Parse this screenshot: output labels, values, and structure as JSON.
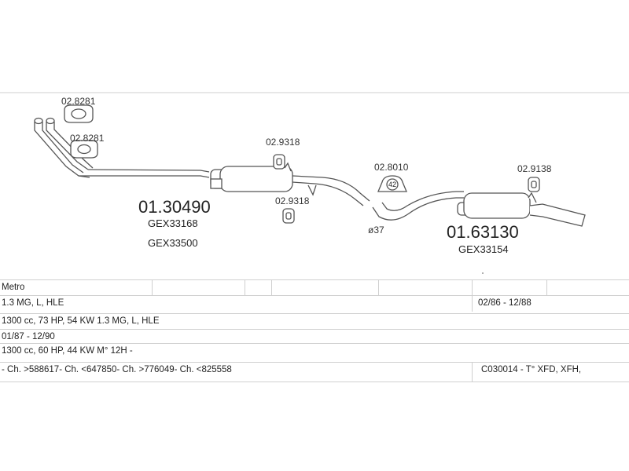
{
  "parts": {
    "clamp_top": "02.8281",
    "clamp_mid": "02.8281",
    "hanger_center_top": "02.9318",
    "hanger_center_bottom": "02.9318",
    "ring_clamp": "02.8010",
    "ring_clamp_inner": "42",
    "hanger_rear": "02.9138",
    "diameter": "ø37"
  },
  "front_section": {
    "part_no": "01.30490",
    "ref_1": "GEX33168",
    "ref_2": "GEX33500"
  },
  "rear_section": {
    "part_no": "01.63130",
    "ref_1": "GEX33154"
  },
  "table": {
    "model": "Metro",
    "engine_1": "1.3 MG, L, HLE",
    "date_range_1": "02/86 - 12/88",
    "engine_2": "1300 cc, 73 HP, 54 KW 1.3 MG, L, HLE",
    "date_range_2": "01/87 - 12/90",
    "engine_3": "1300 cc, 60 HP, 44 KW M° 12H -",
    "chassis": "- Ch. >588617- Ch. <647850- Ch. >776049- Ch. <825558",
    "code": "C030014   - T° XFD, XFH,"
  },
  "colors": {
    "line": "#555555",
    "pipe_fill": "#ffffff",
    "grid": "#cfcfcf"
  }
}
